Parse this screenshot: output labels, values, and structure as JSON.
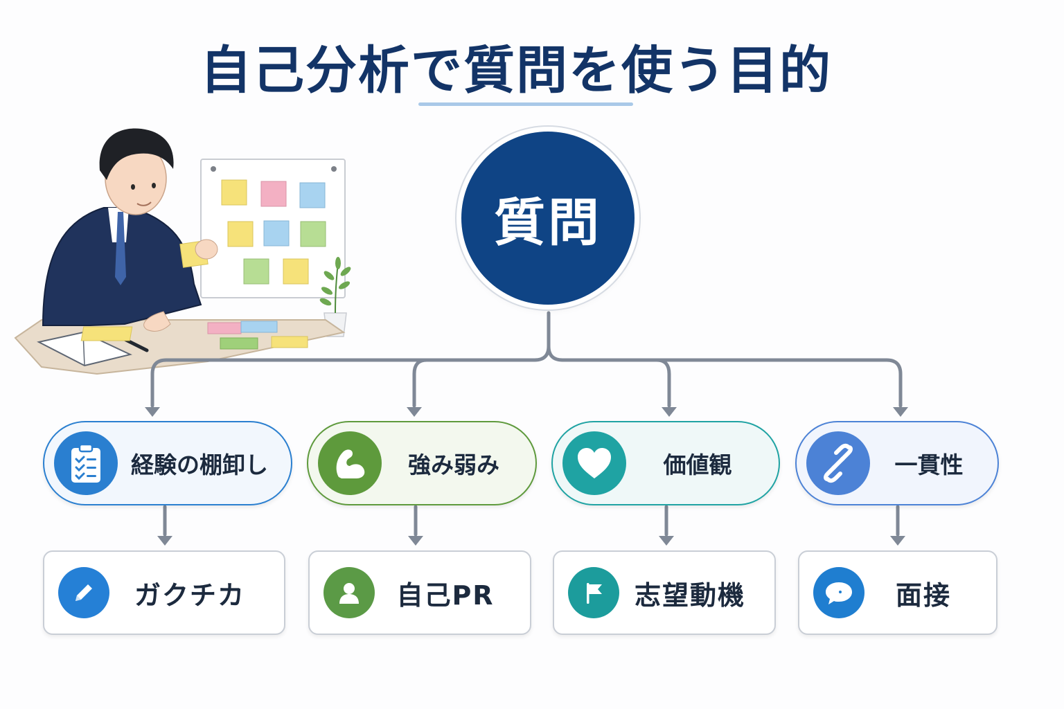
{
  "title": "自己分析で質問を使う目的",
  "hub": {
    "label": "質問"
  },
  "purposes": [
    {
      "label": "経験の棚卸し",
      "icon": "clipboard-checklist-icon",
      "color": "#2a7fd0",
      "bg": "#f2f7fd"
    },
    {
      "label": "強み弱み",
      "icon": "flexed-arm-icon",
      "color": "#5e9a3c",
      "bg": "#f3f8ee"
    },
    {
      "label": "価値観",
      "icon": "heart-icon",
      "color": "#1fa3a3",
      "bg": "#eff8f8"
    },
    {
      "label": "一貫性",
      "icon": "link-chain-icon",
      "color": "#4c82d6",
      "bg": "#f1f5fd"
    }
  ],
  "outcomes": [
    {
      "label": "ガクチカ",
      "icon": "pencil-icon",
      "color": "#2580d6"
    },
    {
      "label": "自己PR",
      "icon": "person-icon",
      "color": "#5b9a46"
    },
    {
      "label": "志望動機",
      "icon": "flag-icon",
      "color": "#1c9c9c"
    },
    {
      "label": "面接",
      "icon": "speech-bubble-icon",
      "color": "#1f7ed0"
    }
  ],
  "connector_color": "#7f8896"
}
